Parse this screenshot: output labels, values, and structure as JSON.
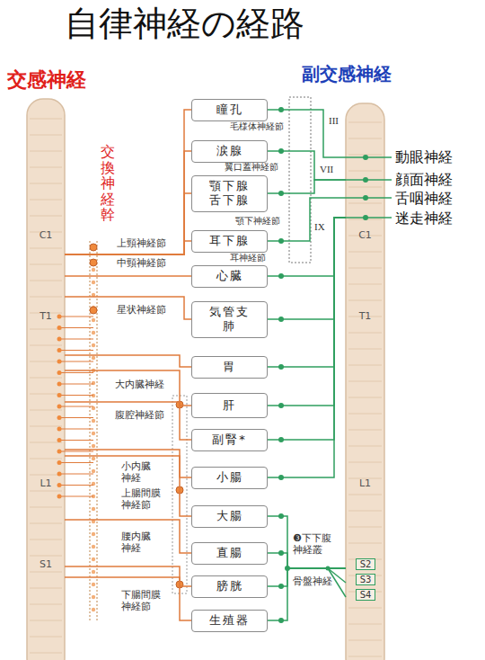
{
  "diagram": {
    "title": "自律神経の経路",
    "nodes": [
      {
        "text": [
          "C1",
          "T1",
          "L1",
          "S1"
        ]
      },
      {
        "text": [
          "瞳孔"
        ]
      },
      {
        "text": [
          "涙腺"
        ]
      },
      {
        "text": [
          "顎下腺 舌下腺"
        ]
      },
      {
        "text": [
          "耳下腺"
        ]
      },
      {
        "text": [
          "心臓"
        ]
      },
      {
        "text": [
          "気管支 肺"
        ]
      },
      {
        "text": [
          "胃"
        ]
      },
      {
        "text": [
          "肝"
        ]
      },
      {
        "text": [
          "副腎*"
        ]
      },
      {
        "text": [
          "小腸"
        ]
      },
      {
        "text": [
          "大腸"
        ]
      },
      {
        "text": [
          "直腸"
        ]
      },
      {
        "text": [
          "膀胱"
        ]
      },
      {
        "text": [
          "生殖器"
        ]
      },
      {
        "text": [
          "C1",
          "T1",
          "L1",
          "S2",
          "S3",
          "S4"
        ]
      }
    ],
    "edges": [
      {
        "from": 0,
        "to": 1,
        "arrow": "none"
      },
      {
        "from": 0,
        "to": 2,
        "arrow": "none"
      },
      {
        "from": 0,
        "to": 3,
        "arrow": "none"
      },
      {
        "from": 0,
        "to": 4,
        "arrow": "none"
      },
      {
        "from": 0,
        "to": 5,
        "arrow": "none"
      },
      {
        "from": 0,
        "to": 6,
        "arrow": "none"
      },
      {
        "from": 0,
        "to": 7,
        "arrow": "none"
      },
      {
        "from": 0,
        "to": 8,
        "arrow": "none"
      },
      {
        "from": 0,
        "to": 9,
        "arrow": "none"
      },
      {
        "from": 0,
        "to": 10,
        "arrow": "none"
      },
      {
        "from": 0,
        "to": 11,
        "arrow": "none"
      },
      {
        "from": 0,
        "to": 12,
        "arrow": "none"
      },
      {
        "from": 0,
        "to": 13,
        "arrow": "none"
      },
      {
        "from": 0,
        "to": 14,
        "arrow": "none"
      },
      {
        "from": 15,
        "to": 1,
        "arrow": "none"
      },
      {
        "from": 15,
        "to": 2,
        "arrow": "none"
      },
      {
        "from": 15,
        "to": 3,
        "arrow": "none"
      },
      {
        "from": 15,
        "to": 4,
        "arrow": "none"
      },
      {
        "from": 15,
        "to": 5,
        "arrow": "none"
      },
      {
        "from": 15,
        "to": 6,
        "arrow": "none"
      },
      {
        "from": 15,
        "to": 7,
        "arrow": "none"
      },
      {
        "from": 15,
        "to": 8,
        "arrow": "none"
      },
      {
        "from": 15,
        "to": 9,
        "arrow": "none"
      },
      {
        "from": 15,
        "to": 10,
        "arrow": "none"
      },
      {
        "from": 15,
        "to": 11,
        "arrow": "none"
      },
      {
        "from": 15,
        "to": 12,
        "arrow": "none"
      },
      {
        "from": 15,
        "to": 13,
        "arrow": "none"
      },
      {
        "from": 15,
        "to": 14,
        "arrow": "none"
      }
    ],
    "labels": [
      "交感神経",
      "副交感神経",
      "交換神経幹",
      "毛様体神経節",
      "III",
      "翼口蓋神経節",
      "VII",
      "顎下神経節",
      "耳神経節",
      "IX",
      "動眼神経",
      "顔面神経",
      "舌咽神経",
      "迷走神経",
      "上頸神経節",
      "中頸神経節",
      "星状神経節",
      "大内臓神経",
      "腹腔神経節",
      "小内臓 神経",
      "上腸間膜 神経節",
      "腰内臓 神経",
      "下腸間膜 神経節",
      "❸下下腹 神経叢",
      "骨盤神経"
    ]
  }
}
